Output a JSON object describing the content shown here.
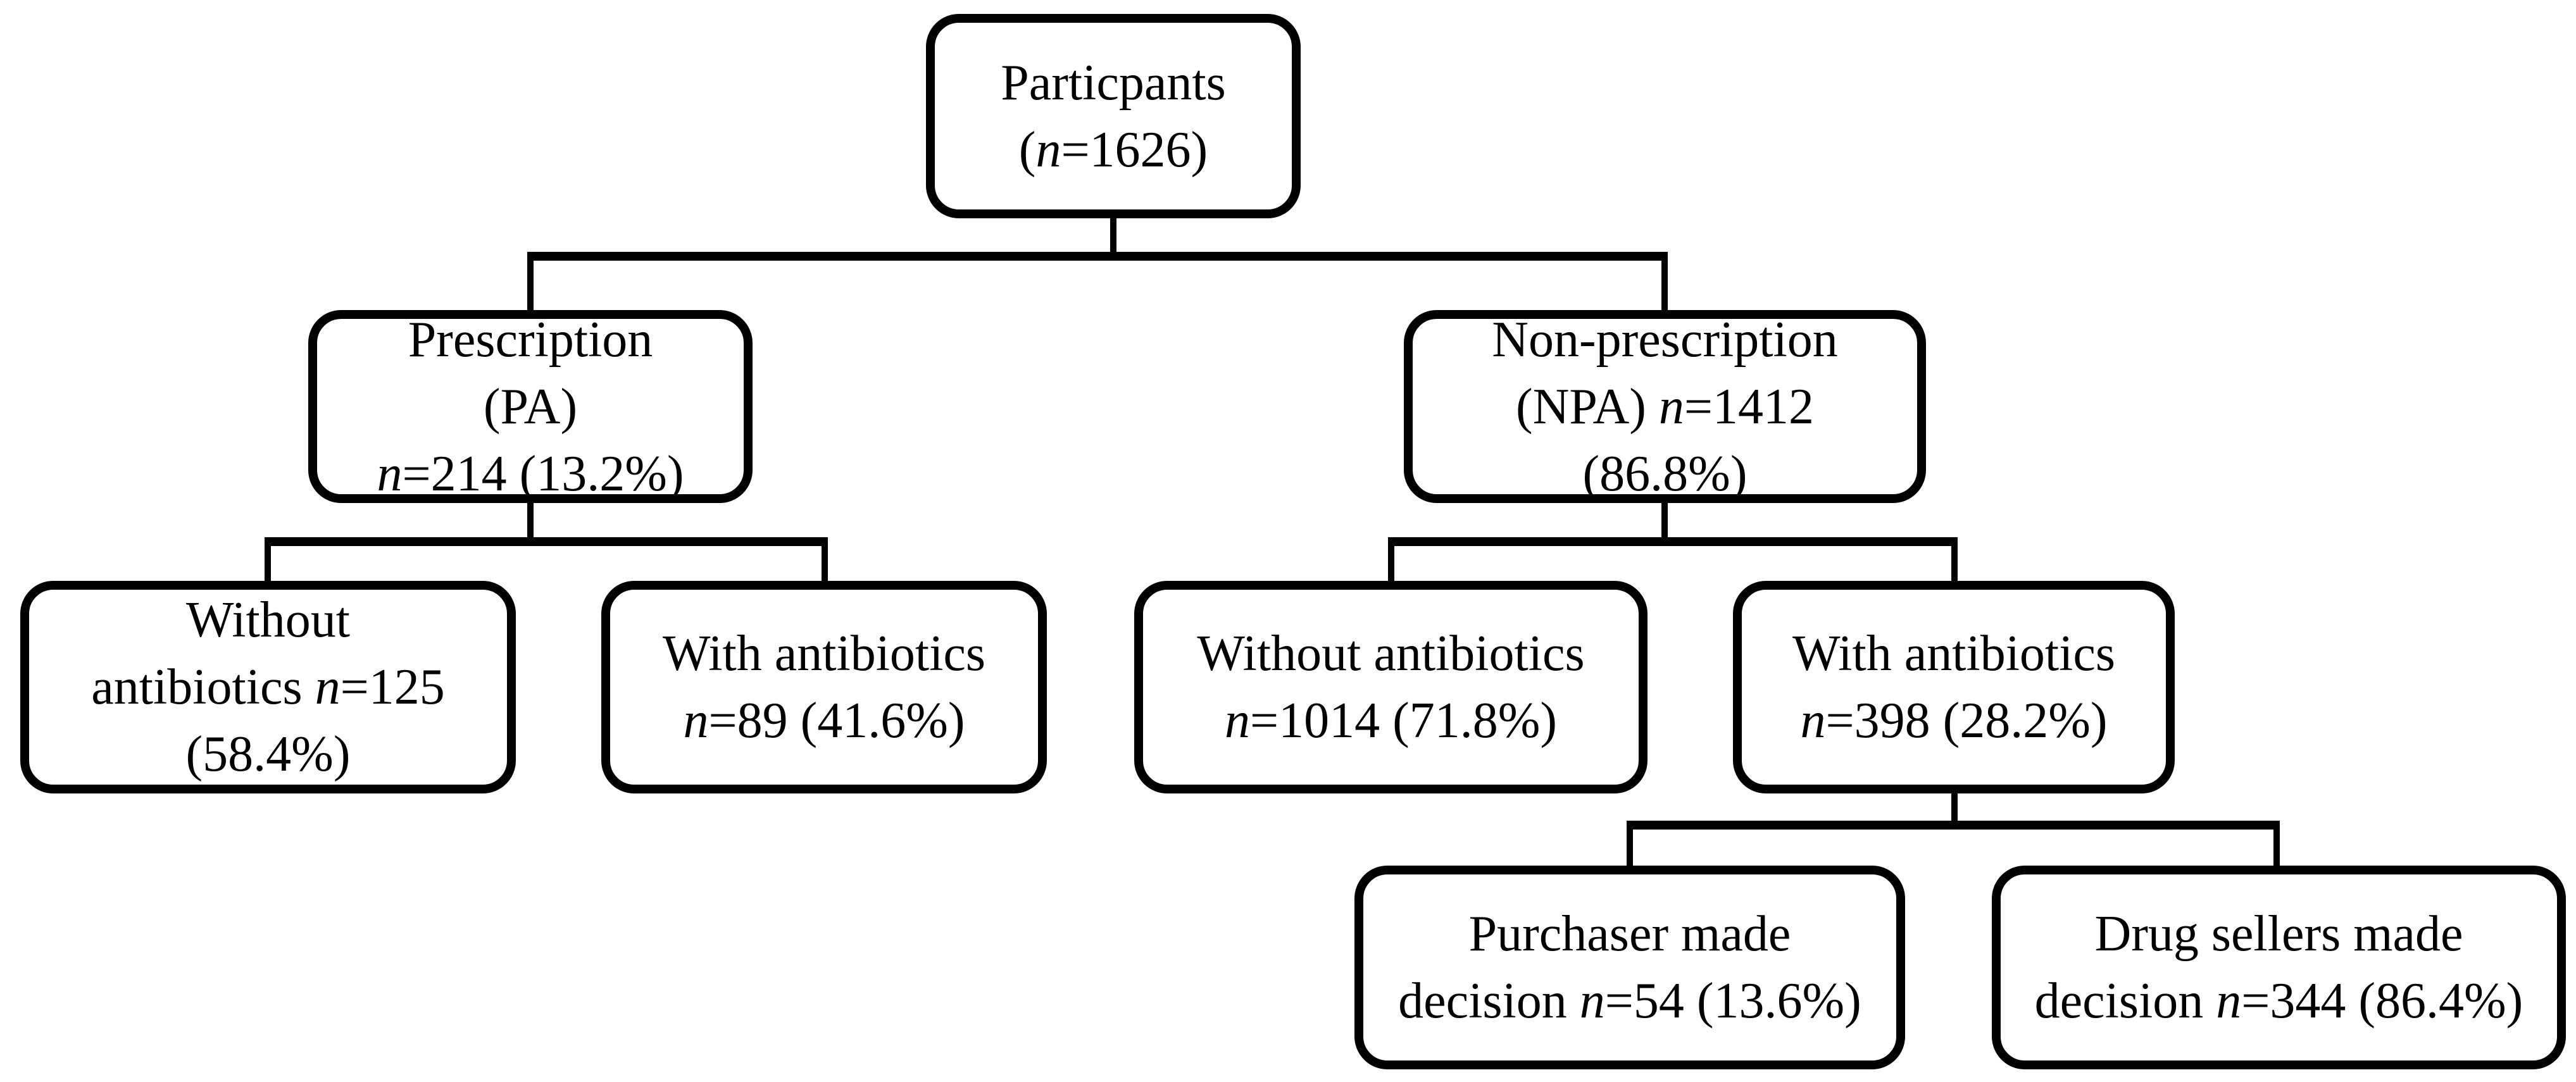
{
  "colors": {
    "ink": "#000000",
    "background": "#ffffff"
  },
  "nodes": [
    {
      "id": "participants",
      "lines": [
        [
          {
            "t": "Particpants"
          }
        ],
        [
          {
            "t": "("
          },
          {
            "t": "n",
            "italic": true
          },
          {
            "t": "=1626)"
          }
        ]
      ]
    },
    {
      "id": "prescription",
      "lines": [
        [
          {
            "t": "Prescription"
          }
        ],
        [
          {
            "t": "(PA)"
          }
        ],
        [
          {
            "t": "n",
            "italic": true
          },
          {
            "t": "=214 (13.2%)"
          }
        ]
      ]
    },
    {
      "id": "non-prescription",
      "lines": [
        [
          {
            "t": "Non-prescription"
          }
        ],
        [
          {
            "t": "(NPA) "
          },
          {
            "t": "n",
            "italic": true
          },
          {
            "t": "=1412"
          }
        ],
        [
          {
            "t": "(86.8%)"
          }
        ]
      ]
    },
    {
      "id": "pa-without-antibiotics",
      "lines": [
        [
          {
            "t": "Without"
          }
        ],
        [
          {
            "t": "antibiotics "
          },
          {
            "t": "n",
            "italic": true
          },
          {
            "t": "=125"
          }
        ],
        [
          {
            "t": "(58.4%)"
          }
        ]
      ]
    },
    {
      "id": "pa-with-antibiotics",
      "lines": [
        [
          {
            "t": "With antibiotics"
          }
        ],
        [
          {
            "t": "n",
            "italic": true
          },
          {
            "t": "=89 (41.6%)"
          }
        ]
      ]
    },
    {
      "id": "npa-without-antibiotics",
      "lines": [
        [
          {
            "t": "Without antibiotics"
          }
        ],
        [
          {
            "t": "n",
            "italic": true
          },
          {
            "t": "=1014 (71.8%)"
          }
        ]
      ]
    },
    {
      "id": "npa-with-antibiotics",
      "lines": [
        [
          {
            "t": "With antibiotics"
          }
        ],
        [
          {
            "t": "n",
            "italic": true
          },
          {
            "t": "=398 (28.2%)"
          }
        ]
      ]
    },
    {
      "id": "purchaser-made-decision",
      "lines": [
        [
          {
            "t": "Purchaser made"
          }
        ],
        [
          {
            "t": "decision "
          },
          {
            "t": "n",
            "italic": true
          },
          {
            "t": "=54 (13.6%)"
          }
        ]
      ]
    },
    {
      "id": "drug-sellers-made-decision",
      "lines": [
        [
          {
            "t": "Drug sellers made"
          }
        ],
        [
          {
            "t": "decision "
          },
          {
            "t": "n",
            "italic": true
          },
          {
            "t": "=344 (86.4%)"
          }
        ]
      ]
    }
  ],
  "edges": [
    {
      "from": "participants",
      "to": "prescription"
    },
    {
      "from": "participants",
      "to": "non-prescription"
    },
    {
      "from": "prescription",
      "to": "pa-without-antibiotics"
    },
    {
      "from": "prescription",
      "to": "pa-with-antibiotics"
    },
    {
      "from": "non-prescription",
      "to": "npa-without-antibiotics"
    },
    {
      "from": "non-prescription",
      "to": "npa-with-antibiotics"
    },
    {
      "from": "npa-with-antibiotics",
      "to": "purchaser-made-decision"
    },
    {
      "from": "npa-with-antibiotics",
      "to": "drug-sellers-made-decision"
    }
  ]
}
